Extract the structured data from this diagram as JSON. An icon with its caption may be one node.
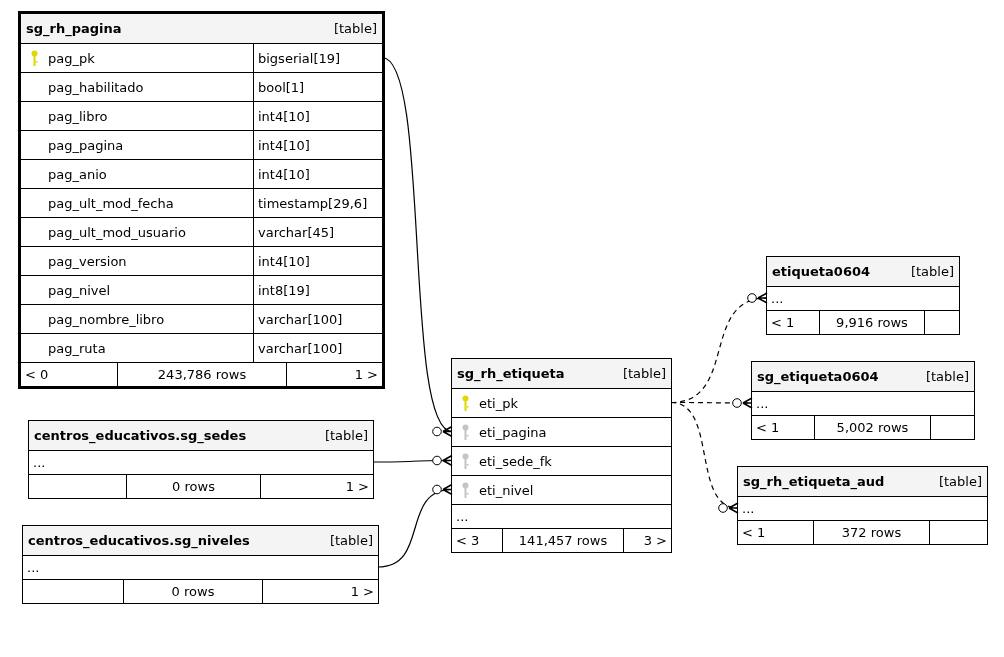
{
  "diagram": {
    "nodes": [
      {
        "text": [
          "sg_rh_pagina",
          "[table]"
        ]
      },
      {
        "text": [
          "pag_pk",
          "bigserial[19]"
        ],
        "in": 0
      },
      {
        "text": [
          "pag_habilitado",
          "bool[1]"
        ],
        "in": 0
      },
      {
        "text": [
          "pag_libro",
          "int4[10]"
        ],
        "in": 0
      },
      {
        "text": [
          "pag_pagina",
          "int4[10]"
        ],
        "in": 0
      },
      {
        "text": [
          "pag_anio",
          "int4[10]"
        ],
        "in": 0
      },
      {
        "text": [
          "pag_ult_mod_fecha",
          "timestamp[29,6]"
        ],
        "in": 0
      },
      {
        "text": [
          "pag_ult_mod_usuario",
          "varchar[45]"
        ],
        "in": 0
      },
      {
        "text": [
          "pag_version",
          "int4[10]"
        ],
        "in": 0
      },
      {
        "text": [
          "pag_nivel",
          "int8[19]"
        ],
        "in": 0
      },
      {
        "text": [
          "pag_nombre_libro",
          "varchar[100]"
        ],
        "in": 0
      },
      {
        "text": [
          "pag_ruta",
          "varchar[100]"
        ],
        "in": 0
      },
      {
        "text": [
          "< 0",
          "243,786 rows",
          "1 >"
        ],
        "in": 0
      },
      {
        "text": [
          "centros_educativos.sg_sedes",
          "[table]"
        ]
      },
      {
        "text": [
          "..."
        ],
        "in": 13
      },
      {
        "text": [
          "0 rows",
          "1 >"
        ],
        "in": 13
      },
      {
        "text": [
          "centros_educativos.sg_niveles",
          "[table]"
        ]
      },
      {
        "text": [
          "..."
        ],
        "in": 16
      },
      {
        "text": [
          "0 rows",
          "1 >"
        ],
        "in": 16
      },
      {
        "text": [
          "sg_rh_etiqueta",
          "[table]"
        ]
      },
      {
        "text": [
          "eti_pk"
        ],
        "in": 19
      },
      {
        "text": [
          "eti_pagina"
        ],
        "in": 19
      },
      {
        "text": [
          "eti_sede_fk"
        ],
        "in": 19
      },
      {
        "text": [
          "eti_nivel"
        ],
        "in": 19
      },
      {
        "text": [
          "..."
        ],
        "in": 19
      },
      {
        "text": [
          "< 3",
          "141,457 rows",
          "3 >"
        ],
        "in": 19
      },
      {
        "text": [
          "etiqueta0604",
          "[table]"
        ]
      },
      {
        "text": [
          "..."
        ],
        "in": 26
      },
      {
        "text": [
          "< 1",
          "9,916 rows"
        ],
        "in": 26
      },
      {
        "text": [
          "sg_etiqueta0604",
          "[table]"
        ]
      },
      {
        "text": [
          "..."
        ],
        "in": 29
      },
      {
        "text": [
          "< 1",
          "5,002 rows"
        ],
        "in": 29
      },
      {
        "text": [
          "sg_rh_etiqueta_aud",
          "[table]"
        ]
      },
      {
        "text": [
          "..."
        ],
        "in": 32
      },
      {
        "text": [
          "< 1",
          "372 rows"
        ],
        "in": 32
      }
    ],
    "edges": [
      {
        "from": 1,
        "to": 21,
        "arrow": "other"
      },
      {
        "from": 14,
        "to": 22,
        "arrow": "other"
      },
      {
        "from": 17,
        "to": 23,
        "arrow": "other"
      },
      {
        "from": 20,
        "to": 27,
        "arrow": "other",
        "style": "dashed"
      },
      {
        "from": 20,
        "to": 30,
        "arrow": "other",
        "style": "dashed"
      },
      {
        "from": 20,
        "to": 33,
        "arrow": "other",
        "style": "dashed"
      }
    ]
  }
}
